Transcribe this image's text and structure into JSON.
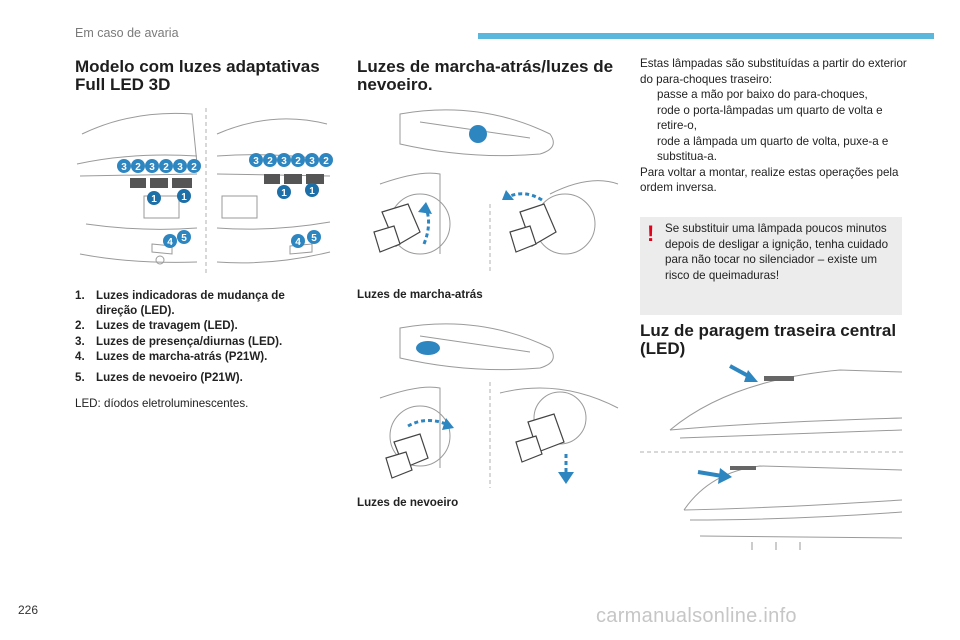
{
  "header": {
    "section": "Em caso de avaria"
  },
  "page_number": "226",
  "watermark": "carmanualsonline.info",
  "col1": {
    "title_line1": "Modelo com luzes adaptativas",
    "title_line2": "Full LED 3D",
    "figure_badges": [
      "3",
      "2",
      "3",
      "2",
      "3",
      "2",
      "1",
      "1",
      "4",
      "5"
    ],
    "legend": [
      {
        "num": "1.",
        "text": "Luzes indicadoras de mudança de direção (LED)."
      },
      {
        "num": "2.",
        "text": "Luzes de travagem (LED)."
      },
      {
        "num": "3.",
        "text": "Luzes de presença/diurnas (LED)."
      },
      {
        "num": "4.",
        "text": "Luzes de marcha-atrás (P21W)."
      },
      {
        "num": "5.",
        "text": "Luzes de nevoeiro (P21W)."
      }
    ],
    "note": "LED: díodos eletroluminescentes."
  },
  "col2": {
    "title_line1": "Luzes de marcha-atrás/luzes de",
    "title_line2": "nevoeiro.",
    "caption_reverse": "Luzes de marcha-atrás",
    "caption_fog": "Luzes de nevoeiro"
  },
  "col3": {
    "intro": "Estas lâmpadas são substituídas a partir do exterior do para-choques traseiro:",
    "bullet_glyph": "",
    "steps": [
      "passe a mão por baixo do para-choques,",
      "rode o porta-lâmpadas um quarto de volta e retire-o,",
      "rode a lâmpada um quarto de volta, puxe-a e substitua-a."
    ],
    "outro": "Para voltar a montar, realize estas operações pela ordem inversa.",
    "warning": {
      "mark": "!",
      "text": "Se substituir uma lâmpada poucos minutos depois de desligar a ignição, tenha cuidado para não tocar no silenciador – existe um risco de queimaduras!"
    },
    "title_line1": "Luz de paragem traseira central",
    "title_line2": "(LED)"
  },
  "colors": {
    "accent": "#5bb8dc",
    "badge": "#2e86c1",
    "badge_dark": "#1d6fa8",
    "warning": "#e3001b",
    "line": "#9a9a9a"
  }
}
